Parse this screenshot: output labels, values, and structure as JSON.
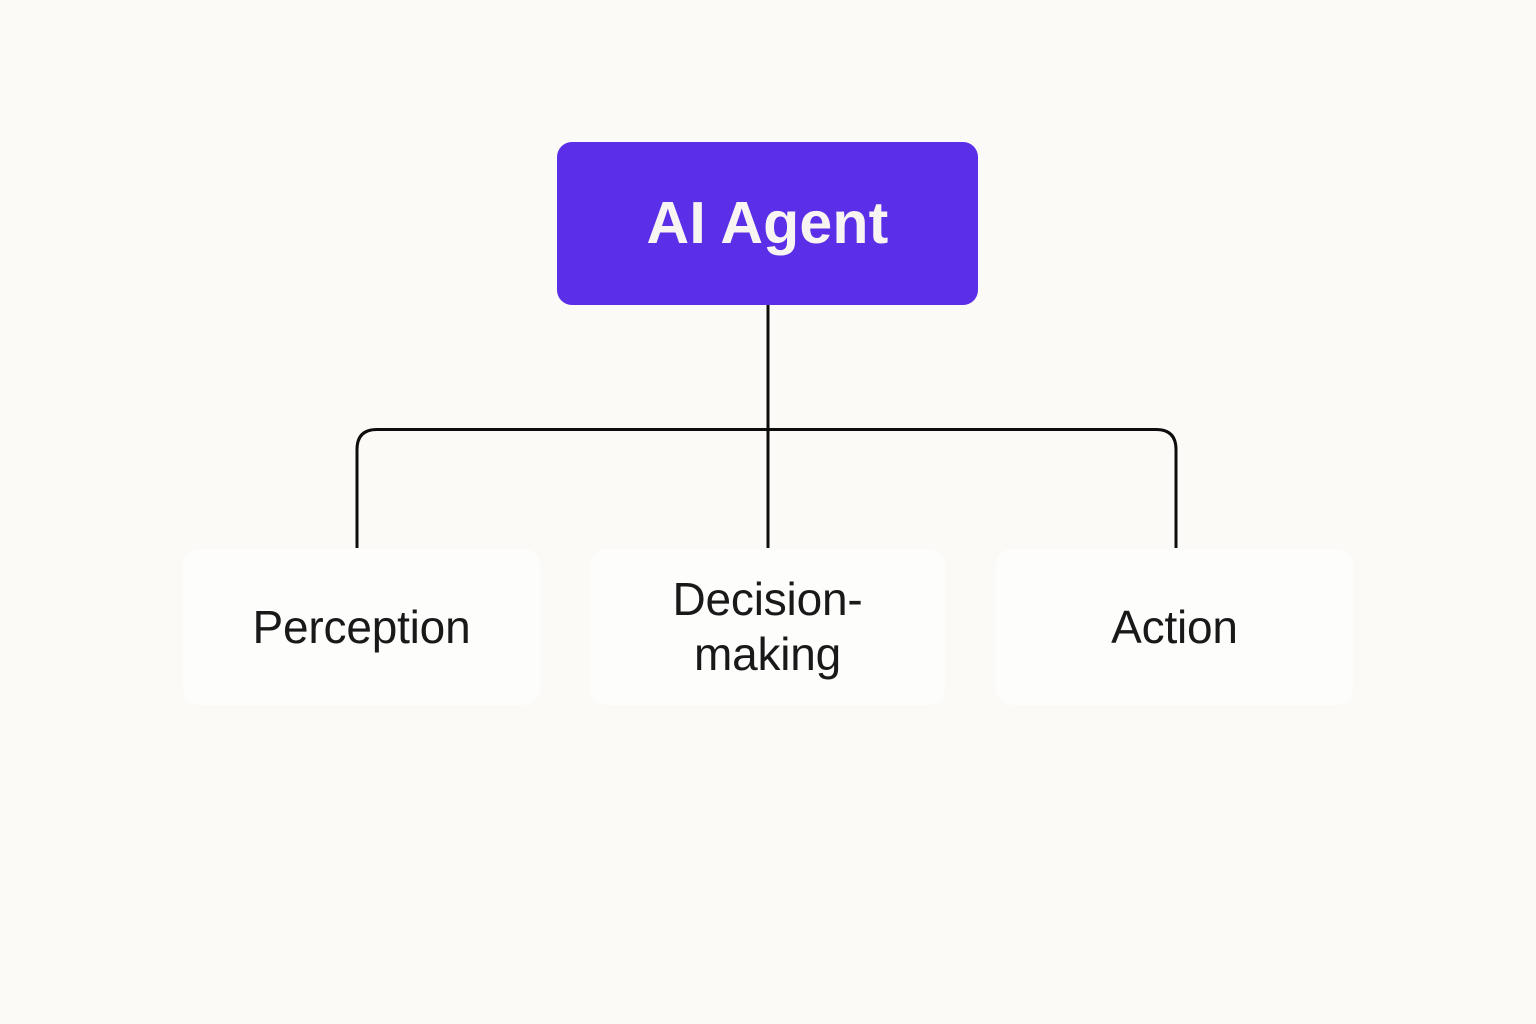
{
  "diagram": {
    "type": "tree",
    "title": "AI Agent",
    "background_color": "#fbfaf6",
    "root": {
      "label": "AI Agent",
      "fill_color": "#5b2ee8",
      "text_color": "#f7f4f2"
    },
    "children": [
      {
        "label": "Perception",
        "fill_color": "#fdfdfc",
        "text_color": "#191919"
      },
      {
        "label": "Decision-\nmaking",
        "fill_color": "#fdfdfc",
        "text_color": "#191919"
      },
      {
        "label": "Action",
        "fill_color": "#fdfdfc",
        "text_color": "#191919"
      }
    ],
    "connectors": {
      "color": "#0d0d0d",
      "stroke_width": 3,
      "style": "elbow-rounded",
      "edges": [
        {
          "from": "AI Agent",
          "to": "Perception"
        },
        {
          "from": "AI Agent",
          "to": "Decision-making"
        },
        {
          "from": "AI Agent",
          "to": "Action"
        }
      ]
    }
  }
}
